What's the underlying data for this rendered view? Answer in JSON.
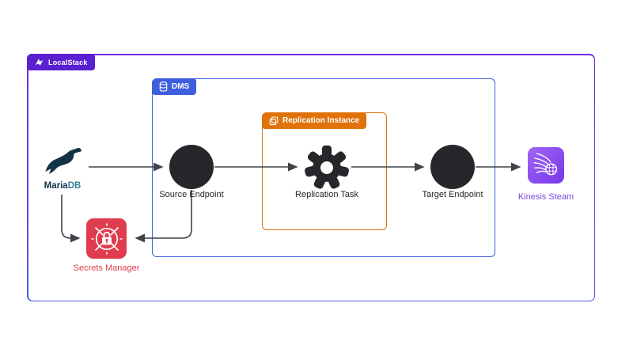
{
  "containers": {
    "localstack": {
      "label": "LocalStack",
      "badge_color": "#5A1FD0",
      "border_top_color": "#6B2BDC",
      "border_bottom_color": "#4E5BE8"
    },
    "dms": {
      "label": "DMS",
      "color": "#3D5FDE"
    },
    "replication_instance": {
      "label": "Replication Instance",
      "color": "#E0720C"
    }
  },
  "nodes": {
    "mariadb": {
      "label_primary": "Maria",
      "label_secondary": "DB",
      "seal_color": "#113346",
      "db_text_color": "#2F7E96"
    },
    "source_endpoint": {
      "label": "Source Endpoint",
      "shape": "circle",
      "color": "#26272B"
    },
    "replication_task": {
      "label": "Replication Task",
      "shape": "gear",
      "color": "#26272B"
    },
    "target_endpoint": {
      "label": "Target Endpoint",
      "shape": "circle",
      "color": "#26272B"
    },
    "kinesis_stream": {
      "label": "Kinesis Steam",
      "icon_color": "#8C4FFF",
      "label_color": "#7A45DD"
    },
    "secrets_manager": {
      "label": "Secrets Manager",
      "icon_color": "#DF3C50",
      "label_color": "#DF3C50"
    }
  },
  "edges": [
    {
      "from": "mariadb",
      "to": "source_endpoint"
    },
    {
      "from": "source_endpoint",
      "to": "replication_task"
    },
    {
      "from": "replication_task",
      "to": "target_endpoint"
    },
    {
      "from": "target_endpoint",
      "to": "kinesis_stream"
    },
    {
      "from": "mariadb",
      "to": "secrets_manager"
    },
    {
      "from": "source_endpoint",
      "to": "secrets_manager"
    }
  ],
  "arrow_color": "#3F434A"
}
